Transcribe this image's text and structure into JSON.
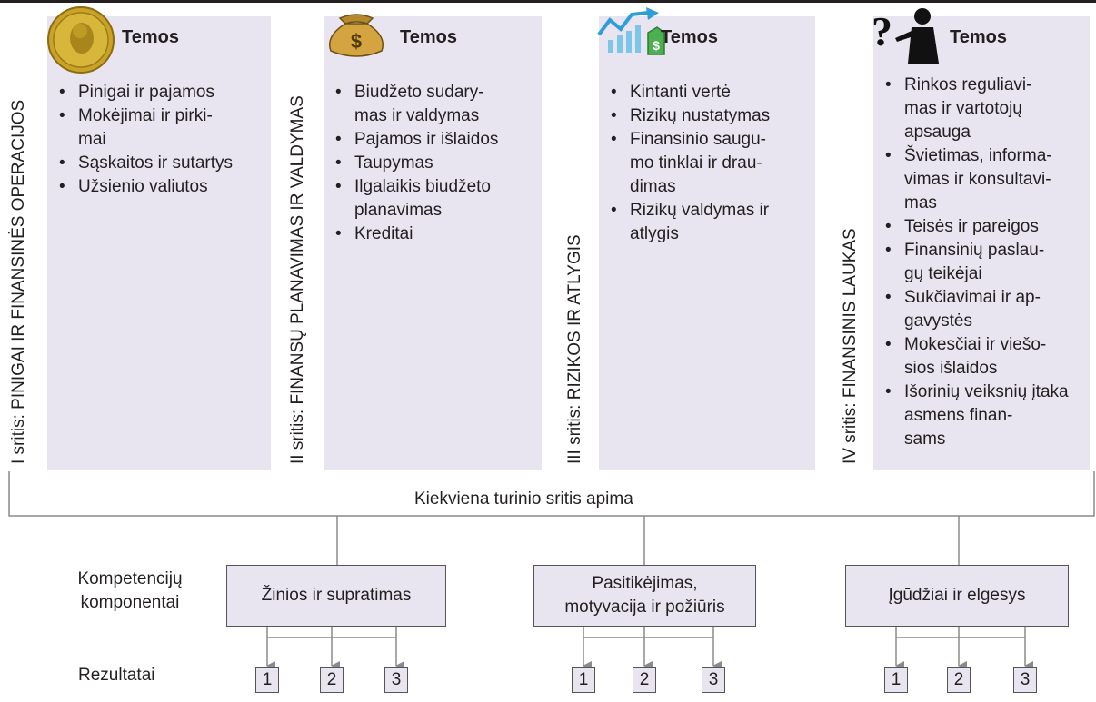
{
  "domains": [
    {
      "vertical_label": "I sritis: PINIGAI IR FINANSINĖS OPERACIJOS",
      "icon": "coin-icon",
      "title": "Temos",
      "topics": [
        "Pinigai ir pajamos",
        "Mokėjimai ir pirki-mai",
        "Sąskaitos ir sutartys",
        "Užsienio valiutos"
      ]
    },
    {
      "vertical_label": "II sritis: FINANSŲ PLANAVIMAS IR VALDYMAS",
      "icon": "money-bag-icon",
      "title": "Temos",
      "topics": [
        "Biudžeto sudary-mas ir valdymas",
        "Pajamos ir išlaidos",
        "Taupymas",
        "Ilgalaikis biudžeto planavimas",
        "Kreditai"
      ]
    },
    {
      "vertical_label": "III sritis: RIZIKOS IR ATLYGIS",
      "icon": "growth-chart-icon",
      "title": "Temos",
      "topics": [
        "Kintanti vertė",
        "Rizikų nustatymas",
        "Finansinio saugu-mo tinklai ir drau-dimas",
        "Rizikų valdymas ir atlygis"
      ]
    },
    {
      "vertical_label": "IV sritis: FINANSINIS LAUKAS",
      "icon": "question-person-icon",
      "title": "Temos",
      "topics": [
        "Rinkos reguliavi-mas ir vartotojų apsauga",
        "Švietimas, informa-vimas ir konsultavi-mas",
        "Teisės ir pareigos",
        "Finansinių paslau-gų teikėjai",
        "Sukčiavimai ir ap-gavystės",
        "Mokesčiai ir viešo-sios išlaidos",
        "Išorinių veiksnių įtaka asmens finan-sams"
      ]
    }
  ],
  "each_domain_includes": "Kiekviena turinio sritis apima",
  "competency_label": "Kompetencijų komponentai",
  "results_label": "Rezultatai",
  "components": [
    {
      "label": "Žinios ir supratimas",
      "results": [
        "1",
        "2",
        "3"
      ]
    },
    {
      "label": "Pasitikėjimas, motyvacija ir požiūris",
      "results": [
        "1",
        "2",
        "3"
      ]
    },
    {
      "label": "Įgūdžiai ir elgesys",
      "results": [
        "1",
        "2",
        "3"
      ]
    }
  ],
  "colors": {
    "panel": "#e8e5f0",
    "line": "#8a8a8a",
    "text": "#231f20"
  }
}
